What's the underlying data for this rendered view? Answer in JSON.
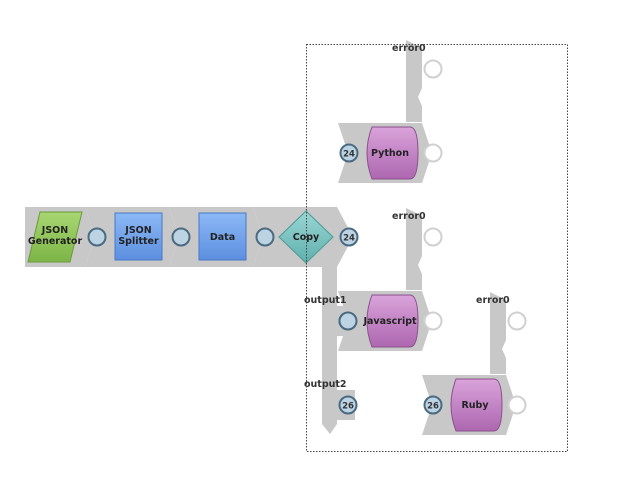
{
  "pipeline": {
    "nodes": {
      "json_generator": {
        "line1": "JSON",
        "line2": "Generator",
        "color": "#8fc65a"
      },
      "json_splitter": {
        "line1": "JSON",
        "line2": "Splitter",
        "color": "#6fa0ea"
      },
      "data": {
        "label": "Data",
        "color": "#6fa0ea"
      },
      "copy": {
        "label": "Copy",
        "color": "#7fc5c3"
      },
      "python": {
        "label": "Python",
        "color": "#c27ec4"
      },
      "javascript": {
        "label": "Javascript",
        "color": "#c27ec4"
      },
      "ruby": {
        "label": "Ruby",
        "color": "#c27ec4"
      }
    },
    "badges": {
      "copy_out": "24",
      "python_in": "24",
      "output2": "26",
      "ruby_in": "26"
    },
    "ports": {
      "python_error": "error0",
      "javascript_error": "error0",
      "ruby_error": "error0",
      "copy_output1": "output1",
      "copy_output2": "output2"
    }
  }
}
